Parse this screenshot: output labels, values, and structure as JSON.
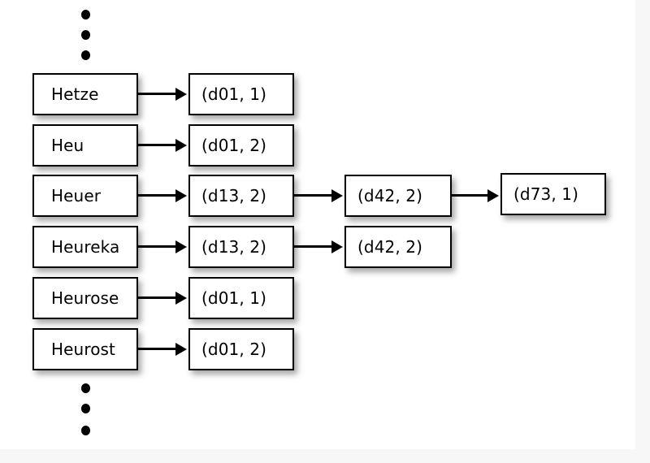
{
  "figure": {
    "title": "Inverted index dictionary and postings lists",
    "background_color": "#ffffff",
    "page_color": "#f7f7f7",
    "box_fill": "#ffffff",
    "box_stroke": "#000000",
    "shadow_color": "rgba(0,0,0,0.34)"
  },
  "ellipsis_top": {
    "name": "vertical-ellipsis-top",
    "dots": [
      "dot",
      "dot",
      "dot"
    ]
  },
  "ellipsis_bottom": {
    "name": "vertical-ellipsis-bottom",
    "dots": [
      "dot",
      "dot",
      "dot"
    ]
  },
  "dictionary": {
    "label": "dictionary-terms",
    "terms": [
      {
        "text": "Hetze"
      },
      {
        "text": "Heu"
      },
      {
        "text": "Heuer"
      },
      {
        "text": "Heureka"
      },
      {
        "text": "Heurose"
      },
      {
        "text": "Heurost"
      }
    ]
  },
  "postings": {
    "label": "postings-lists",
    "column1": [
      {
        "text": "(d01, 1)"
      },
      {
        "text": "(d01, 2)"
      },
      {
        "text": "(d13, 2)"
      },
      {
        "text": "(d13, 2)"
      },
      {
        "text": "(d01, 1)"
      },
      {
        "text": "(d01, 2)"
      }
    ],
    "column2": [
      {
        "text": "(d42, 2)"
      },
      {
        "text": "(d42, 2)"
      }
    ],
    "column3": [
      {
        "text": "(d73, 1)"
      }
    ]
  },
  "edges": {
    "term_to_posting": [
      {
        "from": "Hetze",
        "to": "(d01, 1)"
      },
      {
        "from": "Heu",
        "to": "(d01, 2)"
      },
      {
        "from": "Heuer",
        "to": "(d13, 2)"
      },
      {
        "from": "Heureka",
        "to": "(d13, 2)"
      },
      {
        "from": "Heurose",
        "to": "(d01, 1)"
      },
      {
        "from": "Heurost",
        "to": "(d01, 2)"
      }
    ],
    "posting_chain": [
      {
        "from": "(d13, 2)",
        "to": "(d42, 2)"
      },
      {
        "from": "(d13, 2)",
        "to": "(d42, 2)"
      },
      {
        "from": "(d42, 2)",
        "to": "(d73, 1)"
      }
    ]
  }
}
